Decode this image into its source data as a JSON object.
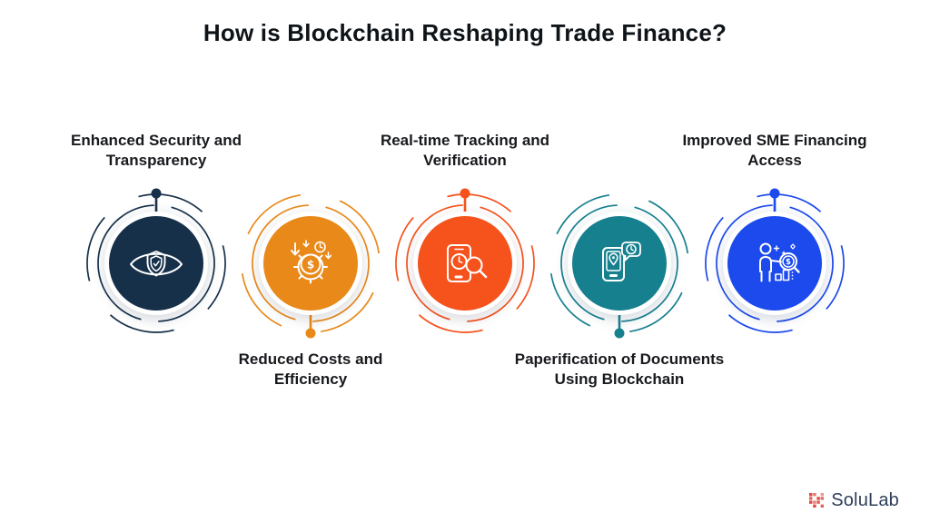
{
  "title": "How is Blockchain Reshaping Trade Finance?",
  "glyphs": {
    "dollar": "$"
  },
  "items": [
    {
      "label": "Enhanced Security and Transparency",
      "lines": [
        "Enhanced Security and",
        "Transparency"
      ],
      "label_position": "top",
      "color": "#16304a",
      "icon": "eye-shield-icon"
    },
    {
      "label": "Reduced Costs and Efficiency",
      "lines": [
        "Reduced Costs and",
        "Efficiency"
      ],
      "label_position": "bottom",
      "color": "#e8891a",
      "icon": "gear-coin-reduction-icon"
    },
    {
      "label": "Real-time Tracking and Verification",
      "lines": [
        "Real-time Tracking and",
        "Verification"
      ],
      "label_position": "top",
      "color": "#f5521c",
      "icon": "phone-clock-magnifier-icon"
    },
    {
      "label": "Paperification of Documents Using Blockchain",
      "lines": [
        "Paperification of Documents",
        "Using Blockchain"
      ],
      "label_position": "bottom",
      "color": "#17808f",
      "icon": "phone-pin-chat-icon"
    },
    {
      "label": "Improved SME Financing Access",
      "lines": [
        "Improved SME Financing",
        "Access"
      ],
      "label_position": "top",
      "color": "#1c4aec",
      "icon": "person-financing-icon"
    }
  ],
  "footer": {
    "brand": "SoluLab",
    "brand_mark_color": "#dd4840",
    "brand_text_color": "#2e3f58"
  }
}
